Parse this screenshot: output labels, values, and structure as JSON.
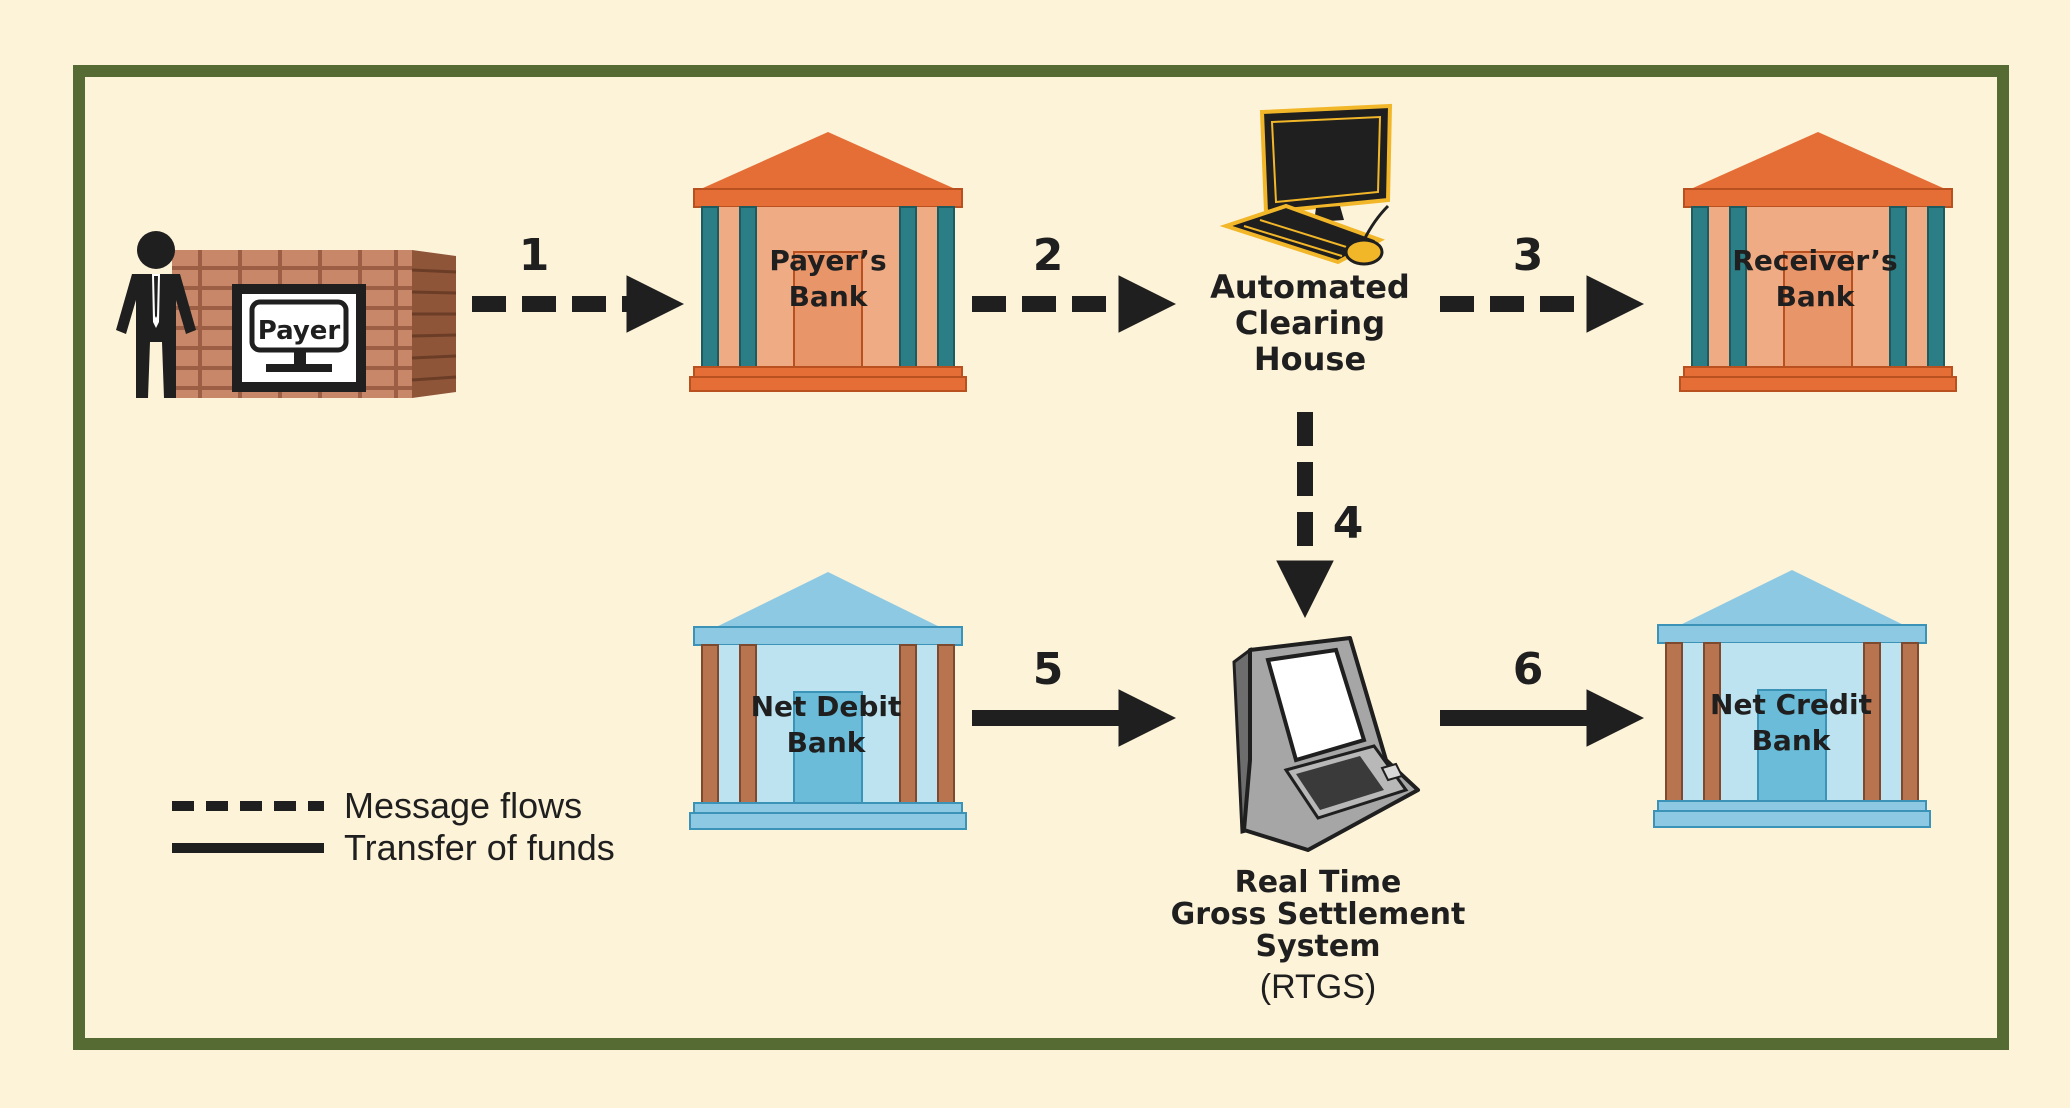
{
  "colors": {
    "background": "#fdf3d9",
    "frame": "#566a33",
    "orange_bank": "#e56e36",
    "orange_bank_light": "#eeab84",
    "blue_bank": "#8ec9e3",
    "blue_bank_light": "#bde2f0",
    "column_teal": "#2b7e85",
    "column_brown": "#b8734f",
    "arrow": "#1f1f1f"
  },
  "nodes": {
    "payer": {
      "label": "Payer"
    },
    "payers_bank": {
      "label_line1": "Payer’s",
      "label_line2": "Bank"
    },
    "ach": {
      "label_line1": "Automated",
      "label_line2": "Clearing",
      "label_line3": "House"
    },
    "receivers_bank": {
      "label_line1": "Receiver’s",
      "label_line2": "Bank"
    },
    "net_debit_bank": {
      "label_line1": "Net Debit",
      "label_line2": "Bank"
    },
    "rtgs": {
      "label_line1": "Real Time",
      "label_line2": "Gross Settlement",
      "label_line3": "System",
      "abbr": "(RTGS)"
    },
    "net_credit_bank": {
      "label_line1": "Net Credit",
      "label_line2": "Bank"
    }
  },
  "flows": [
    {
      "step": "1",
      "type": "message"
    },
    {
      "step": "2",
      "type": "message"
    },
    {
      "step": "3",
      "type": "message"
    },
    {
      "step": "4",
      "type": "message"
    },
    {
      "step": "5",
      "type": "transfer"
    },
    {
      "step": "6",
      "type": "transfer"
    }
  ],
  "legend": {
    "message": "Message flows",
    "transfer": "Transfer of funds"
  }
}
